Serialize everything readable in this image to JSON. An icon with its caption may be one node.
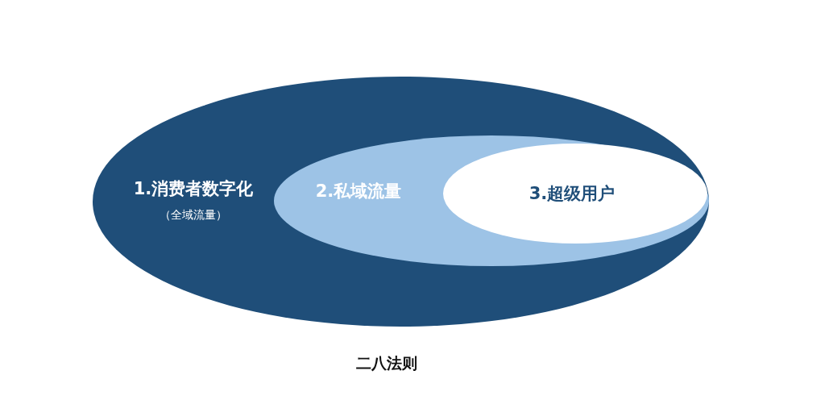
{
  "diagram": {
    "caption": "二八法则",
    "nodes": [
      {
        "text": [
          "1.消费者数字化",
          "（全域流量）"
        ]
      },
      {
        "text": [
          "2.私域流量"
        ],
        "in": 0
      },
      {
        "text": [
          "3.超级用户"
        ],
        "in": 1
      }
    ]
  }
}
